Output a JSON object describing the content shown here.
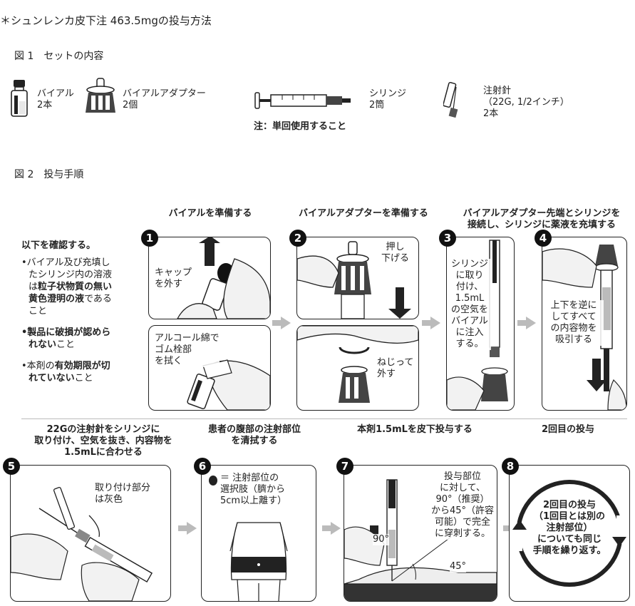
{
  "title": "＊シュンレンカ皮下注 463.5mgの投与方法",
  "fig1": {
    "label": "図 1　セットの内容",
    "vial": {
      "name": "バイアル",
      "qty": "2本"
    },
    "adapter": {
      "name": "バイアルアダプター",
      "qty": "2個"
    },
    "syringe": {
      "name": "シリンジ",
      "qty": "2筒"
    },
    "needle": {
      "name": "注射針",
      "spec": "（22G, 1/2インチ）",
      "qty": "2本"
    },
    "note": "注：単回使用すること"
  },
  "fig2": {
    "label": "図 2　投与手順",
    "headers": {
      "vial_prep": "バイアルを準備する",
      "adapter_prep": "バイアルアダプターを準備する",
      "connect_line1": "バイアルアダプター先端とシリンジを",
      "connect_line2": "接続し、シリンジに薬液を充填する",
      "needle_line1": "22Gの注射針をシリンジに",
      "needle_line2": "取り付け、空気を抜き、内容物を",
      "needle_line3": "1.5mLに合わせる",
      "clean_line1": "患者の腹部の注射部位",
      "clean_line2": "を清拭する",
      "inject": "本剤1.5mLを皮下投与する",
      "second": "2回目の投与"
    },
    "checklist": {
      "heading": "以下を確認する。",
      "item1_l1": "•バイアル及び充填し",
      "item1_l2": "たシリンジ内の溶液",
      "item1_l3a": "は",
      "item1_l3b": "粒子状物質の無い",
      "item1_l4a": "黄色澄明の液",
      "item1_l4b": "である",
      "item1_l5": "こと",
      "item2_l1": "•製品に破損が認めら",
      "item2_l2": "れない",
      "item2_l2b": "こと",
      "item3_l1a": "•本剤の",
      "item3_l1b": "有効期限が切",
      "item3_l2": "れていない",
      "item3_l2b": "こと"
    },
    "steps": {
      "s1": {
        "num": "1",
        "top_l1": "キャップ",
        "top_l2": "を外す",
        "bottom_l1": "アルコール綿で",
        "bottom_l2": "ゴム栓部",
        "bottom_l3": "を拭く"
      },
      "s2": {
        "num": "2",
        "top_l1": "押し",
        "top_l2": "下げる",
        "bottom_l1": "ねじって",
        "bottom_l2": "外す"
      },
      "s3": {
        "num": "3",
        "l1": "シリンジ",
        "l2": "に取り",
        "l3": "付け、",
        "l4": "1.5mL",
        "l5": "の空気を",
        "l6": "バイアル",
        "l7": "に注入",
        "l8": "する。"
      },
      "s4": {
        "num": "4",
        "l1": "上下を逆に",
        "l2": "してすべて",
        "l3": "の内容物を",
        "l4": "吸引する"
      },
      "s5": {
        "num": "5",
        "l1": "取り付け部分",
        "l2": "は灰色"
      },
      "s6": {
        "num": "6",
        "l1": "＝ 注射部位の",
        "l2": "選択肢（臍から",
        "l3": "5cm以上離す）"
      },
      "s7": {
        "num": "7",
        "l1": "投与部位",
        "l2": "に対して、",
        "l3": "90°（推奨）",
        "l4": "から45°（許容",
        "l5": "可能）で完全",
        "l6": "に穿刺する。",
        "angle90": "90°",
        "angle45": "45°"
      },
      "s8": {
        "num": "8",
        "l1": "2回目の投与",
        "l2": "（1回目とは別の",
        "l3": "注射部位）",
        "l4": "についても同じ",
        "l5": "手順を繰り返す。"
      }
    }
  }
}
